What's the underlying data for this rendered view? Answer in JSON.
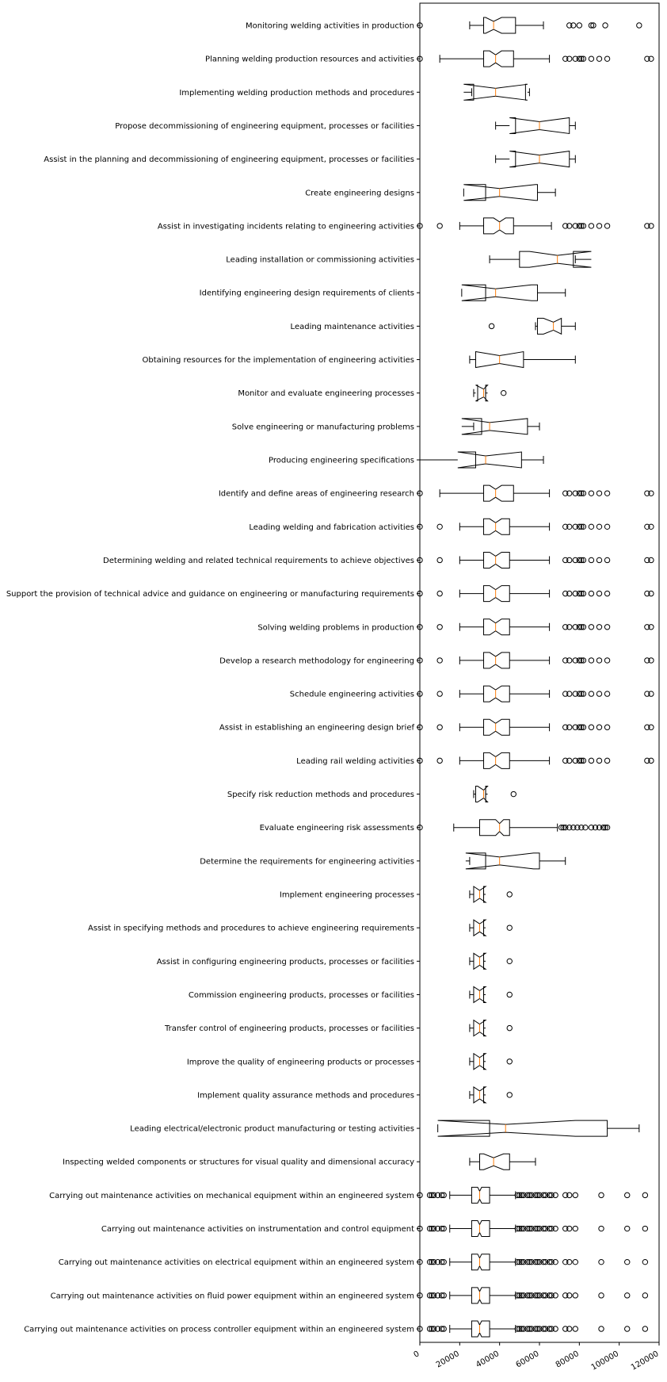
{
  "chart_data": {
    "type": "boxplot",
    "orientation": "horizontal",
    "notched": true,
    "title": "",
    "xlabel": "",
    "ylabel": "",
    "xlim": [
      0,
      120000
    ],
    "xticks": [
      0,
      20000,
      40000,
      60000,
      80000,
      100000,
      120000
    ],
    "xtick_labels": [
      "0",
      "20000",
      "40000",
      "60000",
      "80000",
      "100000",
      "120000"
    ],
    "grid": false,
    "colors": {
      "box": "#000000",
      "median": "#ff7f0e",
      "flier": "#000000",
      "axes": "#000000"
    },
    "boxes": [
      {
        "label": "Monitoring welding activities in production",
        "whislo": 25000,
        "q1": 32000,
        "med": 37000,
        "q3": 48000,
        "whishi": 62000,
        "notch_lo": 33000,
        "notch_hi": 41000,
        "fliers": [
          0,
          75000,
          77000,
          80000,
          86000,
          87000,
          93000,
          110000
        ]
      },
      {
        "label": "Planning welding production resources and activities",
        "whislo": 10000,
        "q1": 32000,
        "med": 38000,
        "q3": 47000,
        "whishi": 65000,
        "notch_lo": 35000,
        "notch_hi": 41000,
        "fliers": [
          0,
          73000,
          75000,
          78000,
          80000,
          81000,
          82000,
          86000,
          90000,
          94000,
          114000,
          116000
        ]
      },
      {
        "label": "Implementing welding production methods and procedures",
        "whislo": 26000,
        "q1": 27000,
        "med": 38000,
        "q3": 53000,
        "whishi": 55000,
        "notch_lo": 22000,
        "notch_hi": 54000,
        "fliers": []
      },
      {
        "label": "Propose decommissioning of engineering equipment, processes or facilities",
        "whislo": 38000,
        "q1": 48000,
        "med": 60000,
        "q3": 75000,
        "whishi": 78000,
        "notch_lo": 45000,
        "notch_hi": 75000,
        "fliers": []
      },
      {
        "label": "Assist in the planning and decommissioning of engineering equipment, processes or facilities",
        "whislo": 38000,
        "q1": 48000,
        "med": 60000,
        "q3": 75000,
        "whishi": 78000,
        "notch_lo": 45000,
        "notch_hi": 75000,
        "fliers": []
      },
      {
        "label": "Create engineering designs",
        "whislo": 22000,
        "q1": 33000,
        "med": 40000,
        "q3": 59000,
        "whishi": 68000,
        "notch_lo": 22000,
        "notch_hi": 58000,
        "fliers": []
      },
      {
        "label": "Assist in investigating incidents relating to engineering activities",
        "whislo": 20000,
        "q1": 32000,
        "med": 40000,
        "q3": 47000,
        "whishi": 66000,
        "notch_lo": 37000,
        "notch_hi": 43000,
        "fliers": [
          0,
          10000,
          73000,
          75000,
          78000,
          80000,
          81000,
          82000,
          86000,
          90000,
          94000,
          114000,
          116000
        ]
      },
      {
        "label": "Leading installation or commissioning activities",
        "whislo": 35000,
        "q1": 50000,
        "med": 69000,
        "q3": 77000,
        "whishi": 78000,
        "notch_lo": 55000,
        "notch_hi": 86000,
        "fliers": []
      },
      {
        "label": "Identifying engineering design requirements of clients",
        "whislo": 21000,
        "q1": 33000,
        "med": 38000,
        "q3": 59000,
        "whishi": 73000,
        "notch_lo": 21000,
        "notch_hi": 56000,
        "fliers": []
      },
      {
        "label": "Leading maintenance activities",
        "whislo": 58000,
        "q1": 59000,
        "med": 67000,
        "q3": 71000,
        "whishi": 78000,
        "notch_lo": 62000,
        "notch_hi": 71000,
        "fliers": [
          36000
        ]
      },
      {
        "label": "Obtaining resources for the implementation of engineering activities",
        "whislo": 25000,
        "q1": 28000,
        "med": 40000,
        "q3": 52000,
        "whishi": 78000,
        "notch_lo": 28000,
        "notch_hi": 52000,
        "fliers": []
      },
      {
        "label": "Monitor and evaluate engineering processes",
        "whislo": 27000,
        "q1": 29000,
        "med": 32000,
        "q3": 33000,
        "whishi": 33000,
        "notch_lo": 28000,
        "notch_hi": 34000,
        "fliers": [
          42000
        ]
      },
      {
        "label": "Solve engineering or manufacturing problems",
        "whislo": 27000,
        "q1": 31000,
        "med": 35000,
        "q3": 54000,
        "whishi": 60000,
        "notch_lo": 21000,
        "notch_hi": 54000,
        "fliers": []
      },
      {
        "label": "Producing engineering specifications",
        "whislo": 0,
        "q1": 28000,
        "med": 33000,
        "q3": 51000,
        "whishi": 62000,
        "notch_lo": 19000,
        "notch_hi": 51000,
        "fliers": []
      },
      {
        "label": "Identify and define areas of engineering research",
        "whislo": 10000,
        "q1": 32000,
        "med": 38000,
        "q3": 47000,
        "whishi": 65000,
        "notch_lo": 35000,
        "notch_hi": 41000,
        "fliers": [
          0,
          73000,
          75000,
          78000,
          80000,
          81000,
          82000,
          86000,
          90000,
          94000,
          114000,
          116000
        ]
      },
      {
        "label": "Leading welding and fabrication activities",
        "whislo": 20000,
        "q1": 32000,
        "med": 38000,
        "q3": 45000,
        "whishi": 65000,
        "notch_lo": 35000,
        "notch_hi": 41000,
        "fliers": [
          0,
          10000,
          73000,
          75000,
          78000,
          80000,
          81000,
          82000,
          86000,
          90000,
          94000,
          114000,
          116000
        ]
      },
      {
        "label": "Determining welding and related technical requirements to achieve objectives",
        "whislo": 20000,
        "q1": 32000,
        "med": 38000,
        "q3": 45000,
        "whishi": 65000,
        "notch_lo": 35000,
        "notch_hi": 41000,
        "fliers": [
          0,
          10000,
          73000,
          75000,
          78000,
          80000,
          81000,
          82000,
          86000,
          90000,
          94000,
          114000,
          116000
        ]
      },
      {
        "label": "Support the provision of technical advice and guidance on engineering or manufacturing requirements",
        "whislo": 20000,
        "q1": 32000,
        "med": 38000,
        "q3": 45000,
        "whishi": 65000,
        "notch_lo": 35000,
        "notch_hi": 41000,
        "fliers": [
          0,
          10000,
          73000,
          75000,
          78000,
          80000,
          81000,
          82000,
          86000,
          90000,
          94000,
          114000,
          116000
        ]
      },
      {
        "label": "Solving welding problems in production",
        "whislo": 20000,
        "q1": 32000,
        "med": 38000,
        "q3": 45000,
        "whishi": 65000,
        "notch_lo": 35000,
        "notch_hi": 41000,
        "fliers": [
          0,
          10000,
          73000,
          75000,
          78000,
          80000,
          81000,
          82000,
          86000,
          90000,
          94000,
          114000,
          116000
        ]
      },
      {
        "label": "Develop a research methodology for engineering",
        "whislo": 20000,
        "q1": 32000,
        "med": 38000,
        "q3": 45000,
        "whishi": 65000,
        "notch_lo": 35000,
        "notch_hi": 41000,
        "fliers": [
          0,
          10000,
          73000,
          75000,
          78000,
          80000,
          81000,
          82000,
          86000,
          90000,
          94000,
          114000,
          116000
        ]
      },
      {
        "label": "Schedule engineering activities",
        "whislo": 20000,
        "q1": 32000,
        "med": 38000,
        "q3": 45000,
        "whishi": 65000,
        "notch_lo": 35000,
        "notch_hi": 41000,
        "fliers": [
          0,
          10000,
          73000,
          75000,
          78000,
          80000,
          81000,
          82000,
          86000,
          90000,
          94000,
          114000,
          116000
        ]
      },
      {
        "label": "Assist in establishing an engineering design brief",
        "whislo": 20000,
        "q1": 32000,
        "med": 38000,
        "q3": 45000,
        "whishi": 65000,
        "notch_lo": 35000,
        "notch_hi": 41000,
        "fliers": [
          0,
          10000,
          73000,
          75000,
          78000,
          80000,
          81000,
          82000,
          86000,
          90000,
          94000,
          114000,
          116000
        ]
      },
      {
        "label": "Leading rail welding activities",
        "whislo": 20000,
        "q1": 32000,
        "med": 38000,
        "q3": 45000,
        "whishi": 65000,
        "notch_lo": 35000,
        "notch_hi": 41000,
        "fliers": [
          0,
          10000,
          73000,
          75000,
          78000,
          80000,
          81000,
          82000,
          86000,
          90000,
          94000,
          114000,
          116000
        ]
      },
      {
        "label": "Specify risk reduction methods and procedures",
        "whislo": 27000,
        "q1": 28000,
        "med": 32000,
        "q3": 33000,
        "whishi": 33000,
        "notch_lo": 29000,
        "notch_hi": 34000,
        "fliers": [
          47000
        ]
      },
      {
        "label": "Evaluate engineering risk assessments",
        "whislo": 17000,
        "q1": 30000,
        "med": 40000,
        "q3": 45000,
        "whishi": 69000,
        "notch_lo": 38000,
        "notch_hi": 42000,
        "fliers": [
          0,
          71000,
          72000,
          73000,
          75000,
          77000,
          79000,
          81000,
          83000,
          86000,
          88000,
          90000,
          92000,
          93000,
          94000
        ]
      },
      {
        "label": "Determine the requirements for engineering activities",
        "whislo": 25000,
        "q1": 33000,
        "med": 40000,
        "q3": 60000,
        "whishi": 73000,
        "notch_lo": 23000,
        "notch_hi": 57000,
        "fliers": []
      },
      {
        "label": "Implement engineering processes",
        "whislo": 25000,
        "q1": 27000,
        "med": 30000,
        "q3": 32000,
        "whishi": 32000,
        "notch_lo": 27000,
        "notch_hi": 33000,
        "fliers": [
          45000
        ]
      },
      {
        "label": "Assist in specifying methods and procedures to achieve engineering requirements",
        "whislo": 25000,
        "q1": 27000,
        "med": 30000,
        "q3": 32000,
        "whishi": 32000,
        "notch_lo": 27000,
        "notch_hi": 33000,
        "fliers": [
          45000
        ]
      },
      {
        "label": "Assist in configuring engineering products, processes or facilities",
        "whislo": 25000,
        "q1": 27000,
        "med": 30000,
        "q3": 32000,
        "whishi": 32000,
        "notch_lo": 27000,
        "notch_hi": 33000,
        "fliers": [
          45000
        ]
      },
      {
        "label": "Commission engineering products, processes or facilities",
        "whislo": 25000,
        "q1": 27000,
        "med": 30000,
        "q3": 32000,
        "whishi": 32000,
        "notch_lo": 27000,
        "notch_hi": 33000,
        "fliers": [
          45000
        ]
      },
      {
        "label": "Transfer control of engineering products, processes or facilities",
        "whislo": 25000,
        "q1": 27000,
        "med": 30000,
        "q3": 32000,
        "whishi": 32000,
        "notch_lo": 27000,
        "notch_hi": 33000,
        "fliers": [
          45000
        ]
      },
      {
        "label": "Improve the quality of engineering products or processes",
        "whislo": 25000,
        "q1": 27000,
        "med": 30000,
        "q3": 32000,
        "whishi": 32000,
        "notch_lo": 27000,
        "notch_hi": 33000,
        "fliers": [
          45000
        ]
      },
      {
        "label": "Implement quality assurance methods and procedures",
        "whislo": 25000,
        "q1": 27000,
        "med": 30000,
        "q3": 32000,
        "whishi": 32000,
        "notch_lo": 27000,
        "notch_hi": 33000,
        "fliers": [
          45000
        ]
      },
      {
        "label": "Leading electrical/electronic product manufacturing or testing activities ",
        "whislo": 9000,
        "q1": 35000,
        "med": 43000,
        "q3": 94000,
        "whishi": 110000,
        "notch_lo": 9000,
        "notch_hi": 78000,
        "fliers": []
      },
      {
        "label": "Inspecting welded components or structures for visual quality and dimensional accuracy",
        "whislo": 25000,
        "q1": 30000,
        "med": 37000,
        "q3": 45000,
        "whishi": 58000,
        "notch_lo": 32000,
        "notch_hi": 42000,
        "fliers": []
      },
      {
        "label": "Carrying out maintenance activities on mechanical equipment within an engineered system ",
        "whislo": 15000,
        "q1": 26000,
        "med": 30000,
        "q3": 35000,
        "whishi": 48000,
        "notch_lo": 29000,
        "notch_hi": 31000,
        "fliers": [
          0,
          5000,
          6000,
          7000,
          9000,
          11000,
          12000,
          49000,
          50000,
          51000,
          52000,
          54000,
          55000,
          56000,
          58000,
          59000,
          60000,
          62000,
          63000,
          65000,
          66000,
          68000,
          73000,
          75000,
          78000,
          91000,
          104000,
          113000
        ]
      },
      {
        "label": "Carrying out maintenance activities on instrumentation and control equipment",
        "whislo": 15000,
        "q1": 26000,
        "med": 30000,
        "q3": 35000,
        "whishi": 48000,
        "notch_lo": 29000,
        "notch_hi": 31000,
        "fliers": [
          0,
          5000,
          6000,
          7000,
          9000,
          11000,
          12000,
          49000,
          50000,
          51000,
          52000,
          54000,
          55000,
          56000,
          58000,
          59000,
          60000,
          62000,
          63000,
          65000,
          66000,
          68000,
          73000,
          75000,
          78000,
          91000,
          104000,
          113000
        ]
      },
      {
        "label": "Carrying out maintenance activities on electrical equipment within an engineered system",
        "whislo": 15000,
        "q1": 26000,
        "med": 30000,
        "q3": 35000,
        "whishi": 48000,
        "notch_lo": 29000,
        "notch_hi": 31000,
        "fliers": [
          0,
          5000,
          6000,
          7000,
          9000,
          11000,
          12000,
          49000,
          50000,
          51000,
          52000,
          54000,
          55000,
          56000,
          58000,
          59000,
          60000,
          62000,
          63000,
          65000,
          66000,
          68000,
          73000,
          75000,
          78000,
          91000,
          104000,
          113000
        ]
      },
      {
        "label": "Carrying out maintenance activities on fluid power equipment within an engineered system",
        "whislo": 15000,
        "q1": 26000,
        "med": 30000,
        "q3": 35000,
        "whishi": 48000,
        "notch_lo": 29000,
        "notch_hi": 31000,
        "fliers": [
          0,
          5000,
          6000,
          7000,
          9000,
          11000,
          12000,
          49000,
          50000,
          51000,
          52000,
          54000,
          55000,
          56000,
          58000,
          59000,
          60000,
          62000,
          63000,
          65000,
          66000,
          68000,
          73000,
          75000,
          78000,
          91000,
          104000,
          113000
        ]
      },
      {
        "label": "Carrying out maintenance activities on process controller equipment within an engineered system",
        "whislo": 15000,
        "q1": 26000,
        "med": 30000,
        "q3": 35000,
        "whishi": 48000,
        "notch_lo": 29000,
        "notch_hi": 31000,
        "fliers": [
          0,
          5000,
          6000,
          7000,
          9000,
          11000,
          12000,
          49000,
          50000,
          51000,
          52000,
          54000,
          55000,
          56000,
          58000,
          59000,
          60000,
          62000,
          63000,
          65000,
          66000,
          68000,
          73000,
          75000,
          78000,
          91000,
          104000,
          113000
        ]
      }
    ]
  }
}
